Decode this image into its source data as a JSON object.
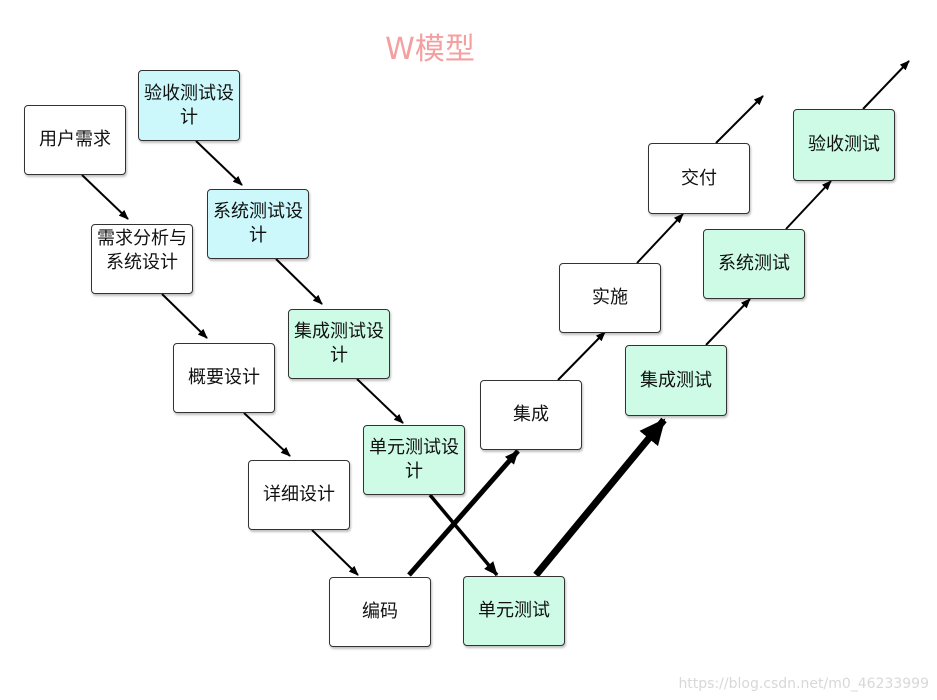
{
  "title": "W模型",
  "colors": {
    "title": "#f4a0a0",
    "design_test_box": "#ccf8fb",
    "test_box": "#cdfbe6",
    "plain_box": "#ffffff",
    "arrow": "#000000"
  },
  "boxes": {
    "user_requirements": "用户需求",
    "req_analysis": "需求分析与系统设计",
    "outline_design": "概要设计",
    "detailed_design": "详细设计",
    "coding": "编码",
    "acceptance_test_design": "验收测试设计",
    "system_test_design": "系统测试设计",
    "integration_test_design": "集成测试设计",
    "unit_test_design": "单元测试设计",
    "unit_test": "单元测试",
    "integration": "集成",
    "implementation": "实施",
    "delivery": "交付",
    "integration_test": "集成测试",
    "system_test": "系统测试",
    "acceptance_test": "验收测试"
  },
  "watermark": "https://blog.csdn.net/m0_46233999"
}
